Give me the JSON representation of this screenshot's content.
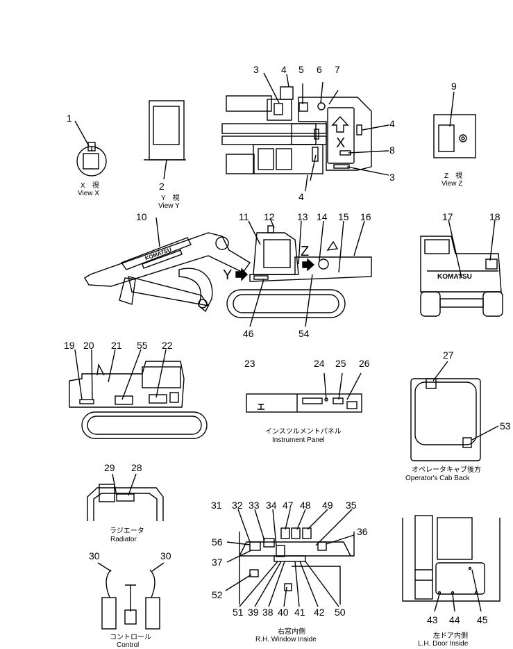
{
  "callouts": {
    "n1": "1",
    "n2": "2",
    "n3": "3",
    "n4": "4",
    "n5": "5",
    "n6": "6",
    "n7": "7",
    "n8": "8",
    "n9": "9",
    "n10": "10",
    "n11": "11",
    "n12": "12",
    "n13": "13",
    "n14": "14",
    "n15": "15",
    "n16": "16",
    "n17": "17",
    "n18": "18",
    "n19": "19",
    "n20": "20",
    "n21": "21",
    "n22": "22",
    "n23": "23",
    "n24": "24",
    "n25": "25",
    "n26": "26",
    "n27": "27",
    "n28": "28",
    "n29": "29",
    "n30": "30",
    "n31": "31",
    "n32": "32",
    "n33": "33",
    "n34": "34",
    "n35": "35",
    "n36": "36",
    "n37": "37",
    "n38": "38",
    "n39": "39",
    "n40": "40",
    "n41": "41",
    "n42": "42",
    "n43": "43",
    "n44": "44",
    "n45": "45",
    "n46": "46",
    "n47": "47",
    "n48": "48",
    "n49": "49",
    "n50": "50",
    "n51": "51",
    "n52": "52",
    "n53": "53",
    "n54": "54",
    "n55": "55",
    "n56": "56"
  },
  "view_letters": {
    "x": "X",
    "y": "Y",
    "z": "Z"
  },
  "captions": {
    "view_x_jp": "X　視",
    "view_x": "View  X",
    "view_y_jp": "Y　視",
    "view_y": "View  Y",
    "view_z_jp": "Z　視",
    "view_z": "View  Z",
    "instrument_jp": "インスツルメントパネル",
    "instrument": "Instrument Panel",
    "cab_back_jp": "オペレータキャブ後方",
    "cab_back": "Operator's Cab Back",
    "radiator_jp": "ラジエータ",
    "radiator": "Radiator",
    "control_jp": "コントロール",
    "control": "Control",
    "rh_window_jp": "右窓内側",
    "rh_window": "R.H.  Window Inside",
    "lh_door_jp": "左ドア内側",
    "lh_door": "L.H.   Door Inside"
  },
  "decals": {
    "boom_logo": "KOMATSU",
    "rear_logo": "KOMATSU"
  }
}
